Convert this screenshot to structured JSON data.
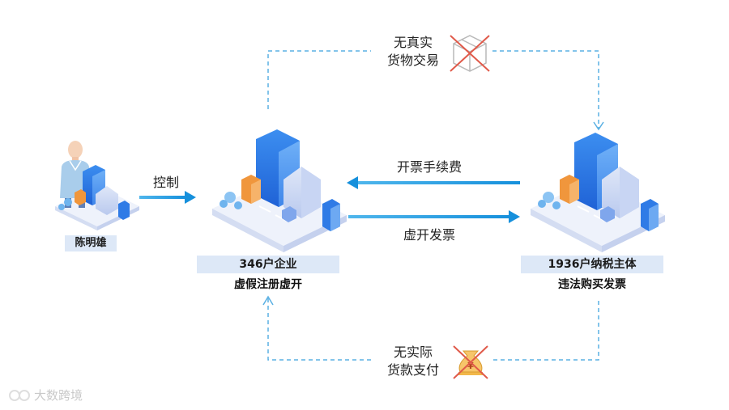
{
  "person": {
    "name": "陈明雄"
  },
  "control_label": "控制",
  "company_a": {
    "title": "346户企业",
    "subtitle": "虚假注册虚开"
  },
  "company_b": {
    "title": "1936户纳税主体",
    "subtitle": "违法购买发票"
  },
  "arrow_fee": "开票手续费",
  "arrow_invoice": "虚开发票",
  "top_note": {
    "line1": "无真实",
    "line2": "货物交易",
    "icon": "crossed-box-icon"
  },
  "bottom_note": {
    "line1": "无实际",
    "line2": "货款支付",
    "icon": "crossed-money-bag-icon"
  },
  "watermark": "大数跨境",
  "colors": {
    "accent": "#1e9be0",
    "dashed": "#5ab0e3",
    "label_bg": "#dde8f7",
    "building_blue": "#2f7be6",
    "orange": "#f0963c",
    "cross_red": "#e05a4a"
  }
}
